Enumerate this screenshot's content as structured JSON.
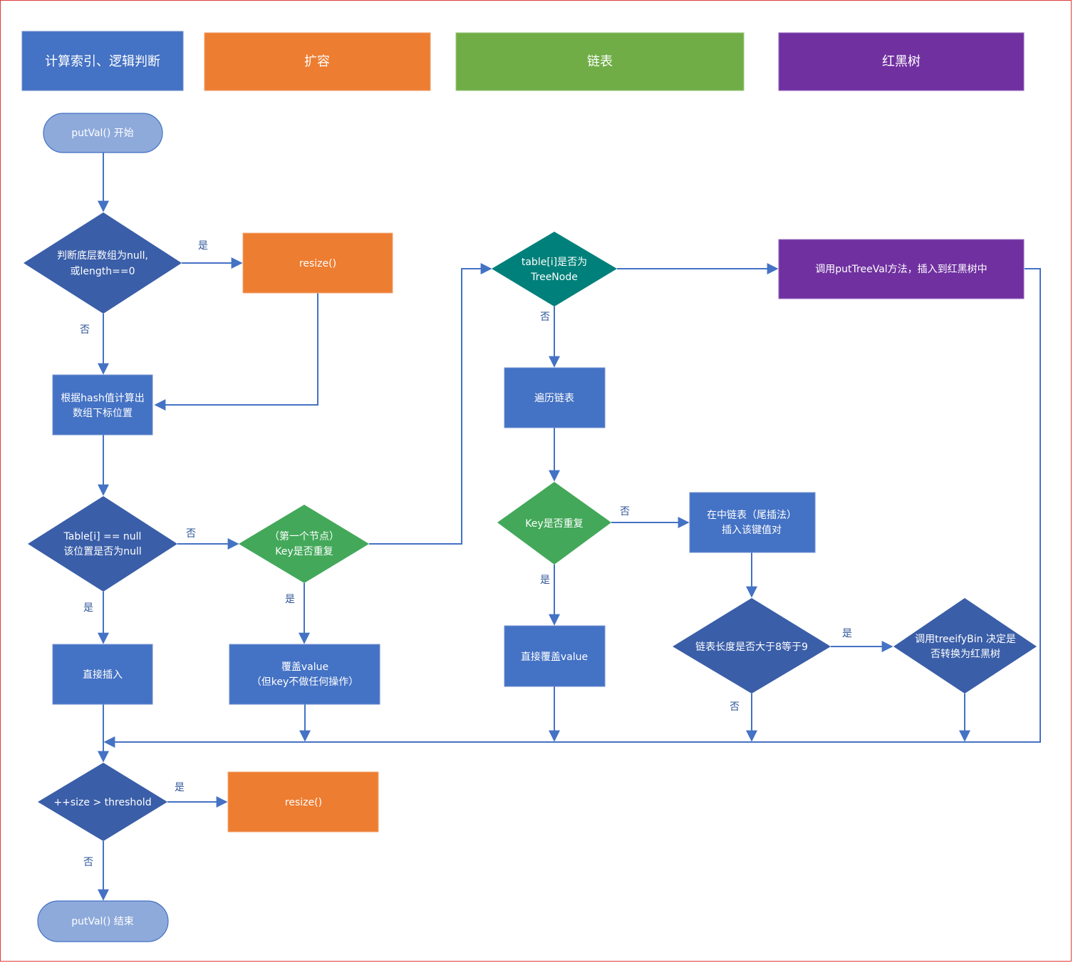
{
  "legend": {
    "blue": "计算索引、逻辑判断",
    "orange": "扩容",
    "green": "链表",
    "purple": "红黑树"
  },
  "colors": {
    "blue": "#4472c4",
    "dark_blue": "#3a5ea8",
    "light_blue": "#8eaadb",
    "orange": "#ed7d31",
    "green": "#70ad47",
    "green_diamond": "#43a85a",
    "teal": "#00807a",
    "purple": "#7030a0",
    "line": "#4472c4",
    "border": "#e03a3a"
  },
  "nodes": {
    "start": "putVal() 开始",
    "check_empty_1": "判断底层数组为null,",
    "check_empty_2": "或length==0",
    "resize_1": "resize()",
    "calc_index_1": "根据hash值计算出",
    "calc_index_2": "数组下标位置",
    "table_null_1": "Table[i] == null",
    "table_null_2": "该位置是否为null",
    "first_key_1": "（第一个节点）",
    "first_key_2": "Key是否重复",
    "direct_insert": "直接插入",
    "overwrite_1": "覆盖value",
    "overwrite_2": "（但key不做任何操作）",
    "treenode_1": "table[i]是否为",
    "treenode_2": "TreeNode",
    "put_tree_val": "调用putTreeVal方法，插入到红黑树中",
    "traverse_list": "遍历链表",
    "key_dup": "Key是否重复",
    "tail_insert_1": "在中链表（尾插法）",
    "tail_insert_2": "插入该键值对",
    "direct_overwrite": "直接覆盖value",
    "list_len": "链表长度是否大于8等于9",
    "treeify_1": "调用treeifyBin 决定是",
    "treeify_2": "否转换为红黑树",
    "size_check": "++size > threshold",
    "resize_2": "resize()",
    "end": "putVal() 结束"
  },
  "edge_labels": {
    "yes": "是",
    "no": "否"
  }
}
